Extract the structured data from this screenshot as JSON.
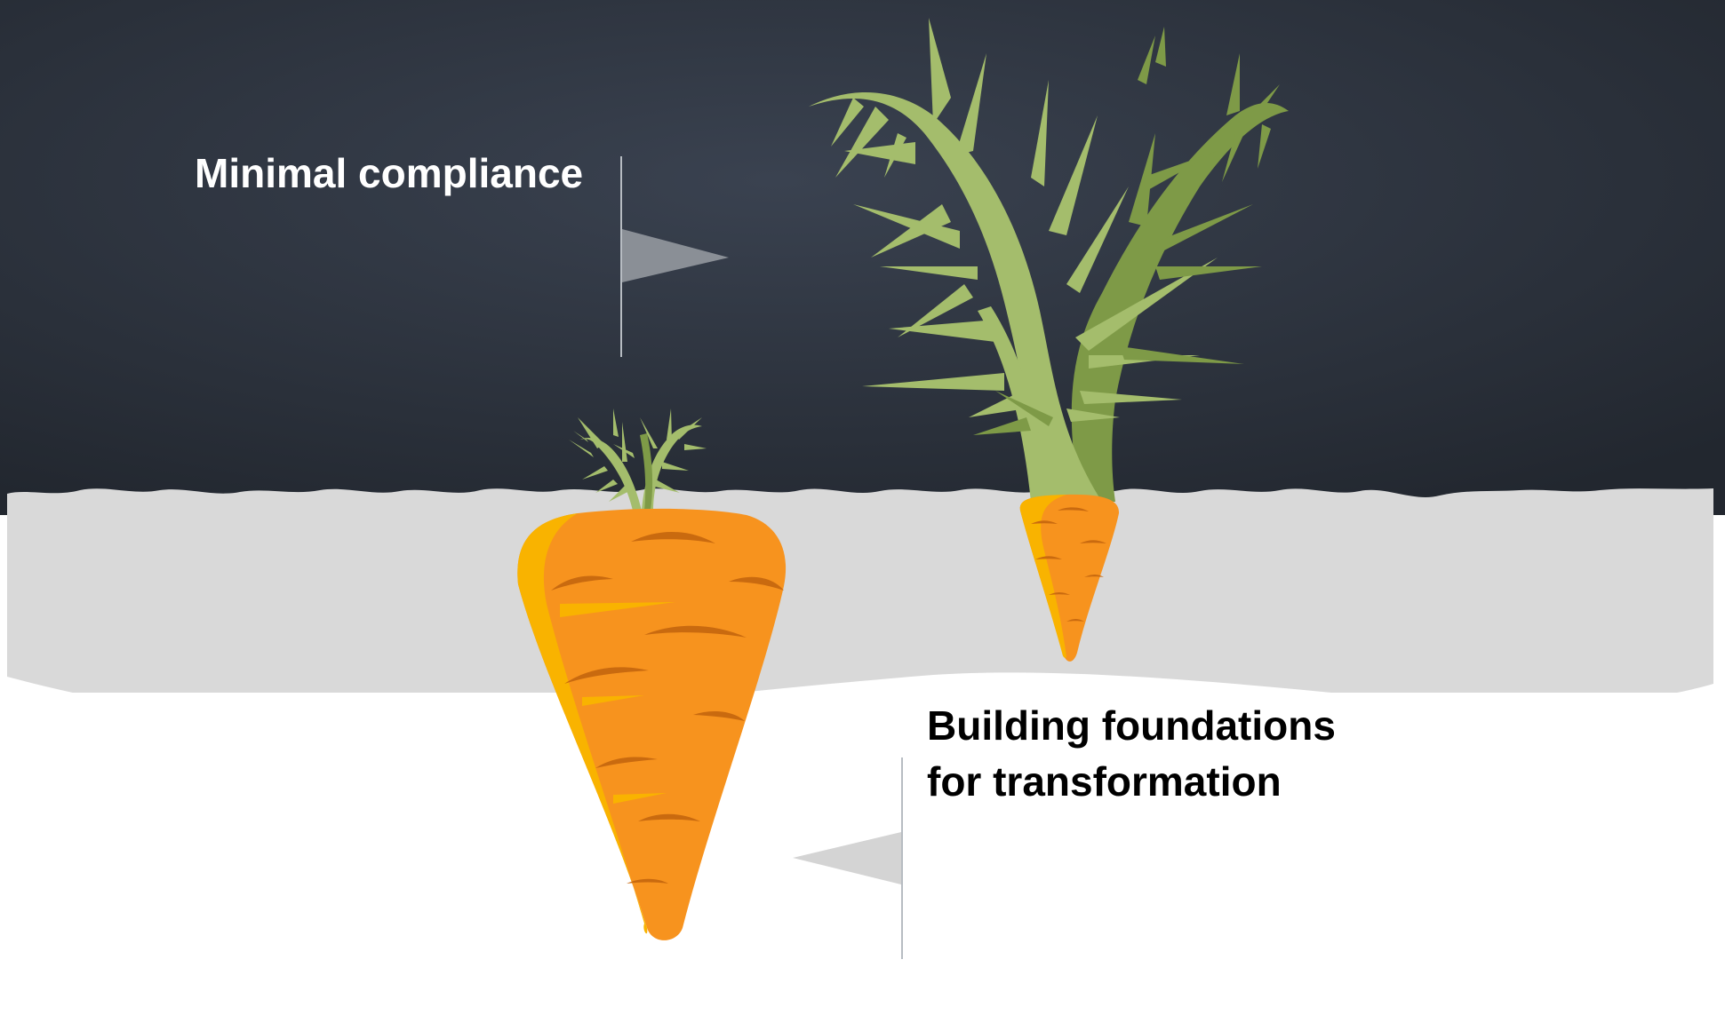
{
  "labels": {
    "top": "Minimal compliance",
    "bottom_line1": "Building foundations",
    "bottom_line2": "for transformation"
  },
  "colors": {
    "sky_center": "#3a4250",
    "sky_edge": "#22272f",
    "soil_upper": "#d9d9d9",
    "soil_lower": "#ffffff",
    "carrot_body": "#f7931e",
    "carrot_highlight": "#f9b300",
    "carrot_lines": "#c96a0f",
    "leaf_light": "#a4bd6c",
    "leaf_dark": "#7e9a47",
    "flag_dark": "#8a8f96",
    "flag_light": "#d4d4d4",
    "pole": "#b7bcc2"
  },
  "icons": [
    "small-carrot-icon",
    "large-carrot-icon",
    "flag-icon"
  ]
}
